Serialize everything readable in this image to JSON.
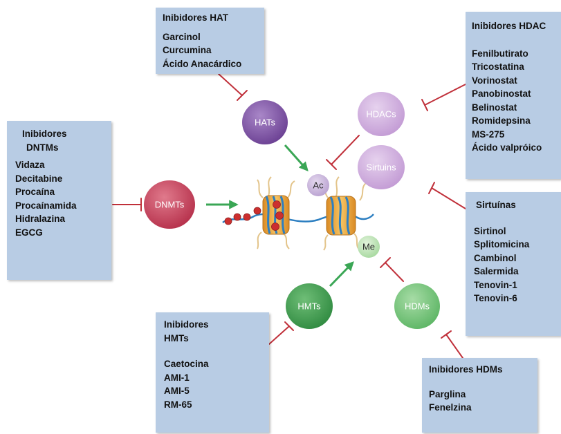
{
  "boxes": {
    "hat": {
      "title": "Inibidores HAT",
      "items": [
        "Garcinol",
        "Curcumina",
        "Ácido Anacárdico"
      ]
    },
    "hdac": {
      "title": "Inibidores HDAC",
      "items": [
        "Fenilbutirato",
        "Tricostatina",
        "Vorinostat",
        "Panobinostat",
        "Belinostat",
        "Romidepsina",
        "MS-275",
        "Ácido valpróico"
      ]
    },
    "dntm": {
      "title_line1": "Inibidores",
      "title_line2": "DNTMs",
      "items": [
        "Vidaza",
        "Decitabine",
        "Procaína",
        "Procaínamida",
        "Hidralazina",
        "EGCG"
      ]
    },
    "sirtuinas": {
      "title": "Sirtuínas",
      "items": [
        "Sirtinol",
        "Splitomicina",
        "Cambinol",
        "Salermida",
        "Tenovin-1",
        "Tenovin-6"
      ]
    },
    "hmt": {
      "title_line1": "Inibidores",
      "title_line2": "HMTs",
      "items": [
        "Caetocina",
        "AMI-1",
        "AMI-5",
        "RM-65"
      ]
    },
    "hdm": {
      "title": "Inibidores HDMs",
      "items": [
        "Parglina",
        "Fenelzina"
      ]
    }
  },
  "nodes": {
    "hats": "HATs",
    "hdacs": "HDACs",
    "sirtuins": "Sirtuins",
    "dnmts": "DNMTs",
    "hmts": "HMTs",
    "hdms": "HDMs",
    "ac": "Ac",
    "me": "Me"
  },
  "colors": {
    "box_fill": "#b8cce4",
    "inhibit_line": "#c0303a",
    "activate_arrow": "#3aa655",
    "hats_node": "#7b4fa0",
    "hdacs_node": "#cda8dc",
    "dnmts_node": "#c8405a",
    "hmts_node": "#3f9a4f",
    "hdms_node": "#74c37a",
    "ac_node": "#c9b3dd",
    "me_node": "#b8e0b0",
    "nucleosome": "#f0a63a",
    "dna": "#2d7fc1",
    "methyl_mark": "#cc2f2f"
  }
}
